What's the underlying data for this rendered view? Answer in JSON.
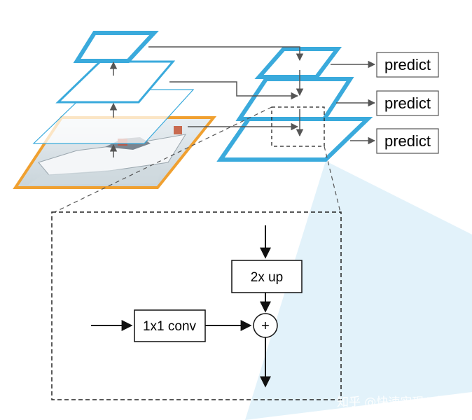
{
  "colors": {
    "accent_blue": "#3aaadc",
    "bottom_border": "#f0a030",
    "light_blue_fill": "#d8eef8",
    "arrow_gray": "#555555"
  },
  "labels": {
    "predict_top": "predict",
    "predict_middle": "predict",
    "predict_bottom": "predict",
    "upsample_box": "2x up",
    "conv_box": "1x1 conv",
    "add_node": "+"
  },
  "watermark": {
    "text": "知乎 @快速实现AI想法"
  }
}
